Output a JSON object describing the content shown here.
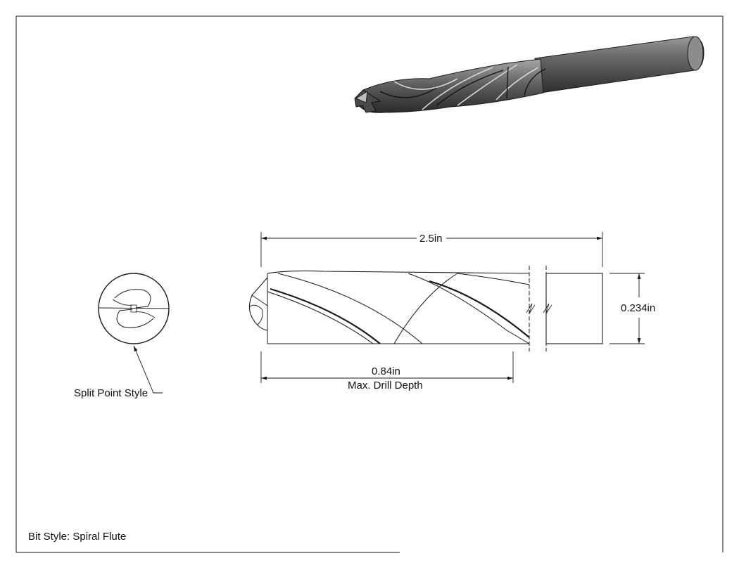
{
  "title_block": {
    "bit_style": "Bit Style: Spiral Flute"
  },
  "end_view": {
    "callout": "Split Point Style"
  },
  "dimensions": {
    "overall_length": "2.5in",
    "diameter": "0.234in",
    "drill_depth_value": "0.84in",
    "drill_depth_caption": "Max. Drill Depth"
  },
  "colors": {
    "line": "#1a1a1a",
    "shade_dark": "#3a3a3a",
    "shade_light": "#8a8a8a"
  }
}
